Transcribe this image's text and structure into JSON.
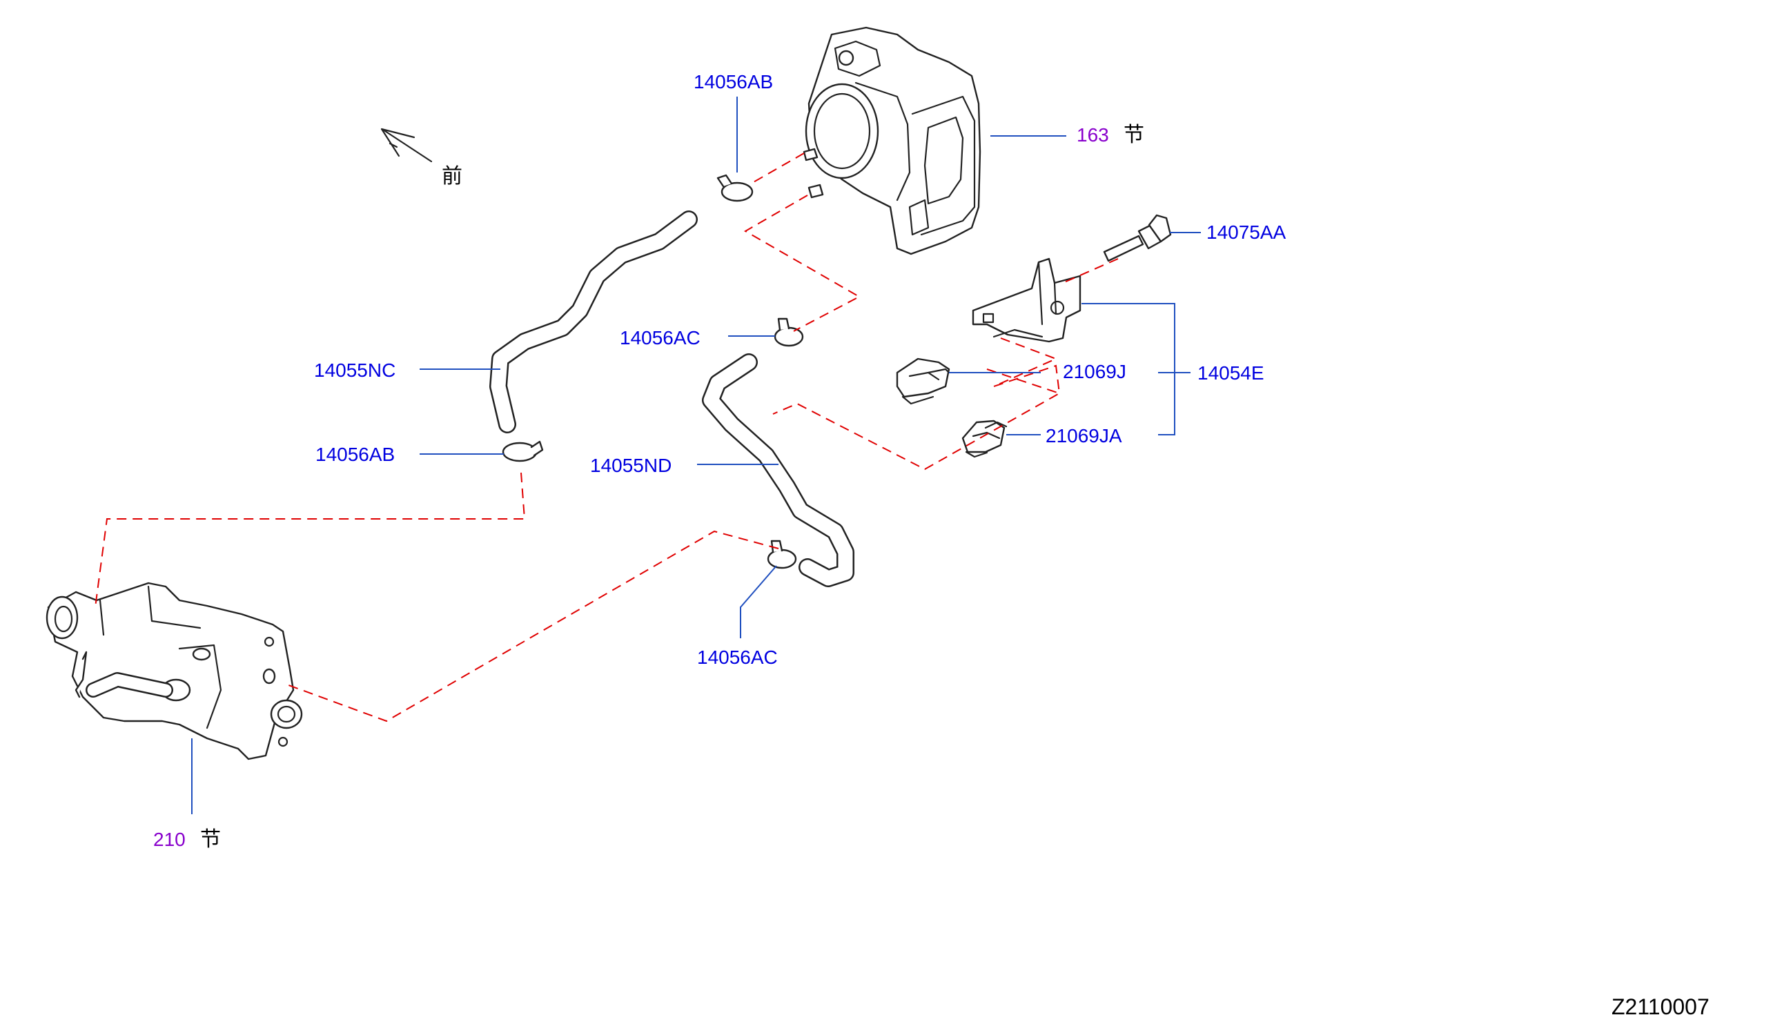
{
  "direction_indicator": {
    "label": "前"
  },
  "parts": {
    "throttle_body": {
      "section_number": "163",
      "section_suffix": "节"
    },
    "thermostat_housing": {
      "section_number": "210",
      "section_suffix": "节"
    },
    "clamp_top": {
      "part_number": "14056AB"
    },
    "clamp_left": {
      "part_number": "14056AB"
    },
    "clamp_middle": {
      "part_number": "14056AC"
    },
    "clamp_lower": {
      "part_number": "14056AC"
    },
    "hose_upper": {
      "part_number": "14055NC"
    },
    "hose_lower": {
      "part_number": "14055ND"
    },
    "bolt": {
      "part_number": "14075AA"
    },
    "bracket": {
      "part_number": "14054E"
    },
    "hose_clip_upper": {
      "part_number": "21069J"
    },
    "hose_clip_lower": {
      "part_number": "21069JA"
    }
  },
  "diagram_id": "Z2110007"
}
